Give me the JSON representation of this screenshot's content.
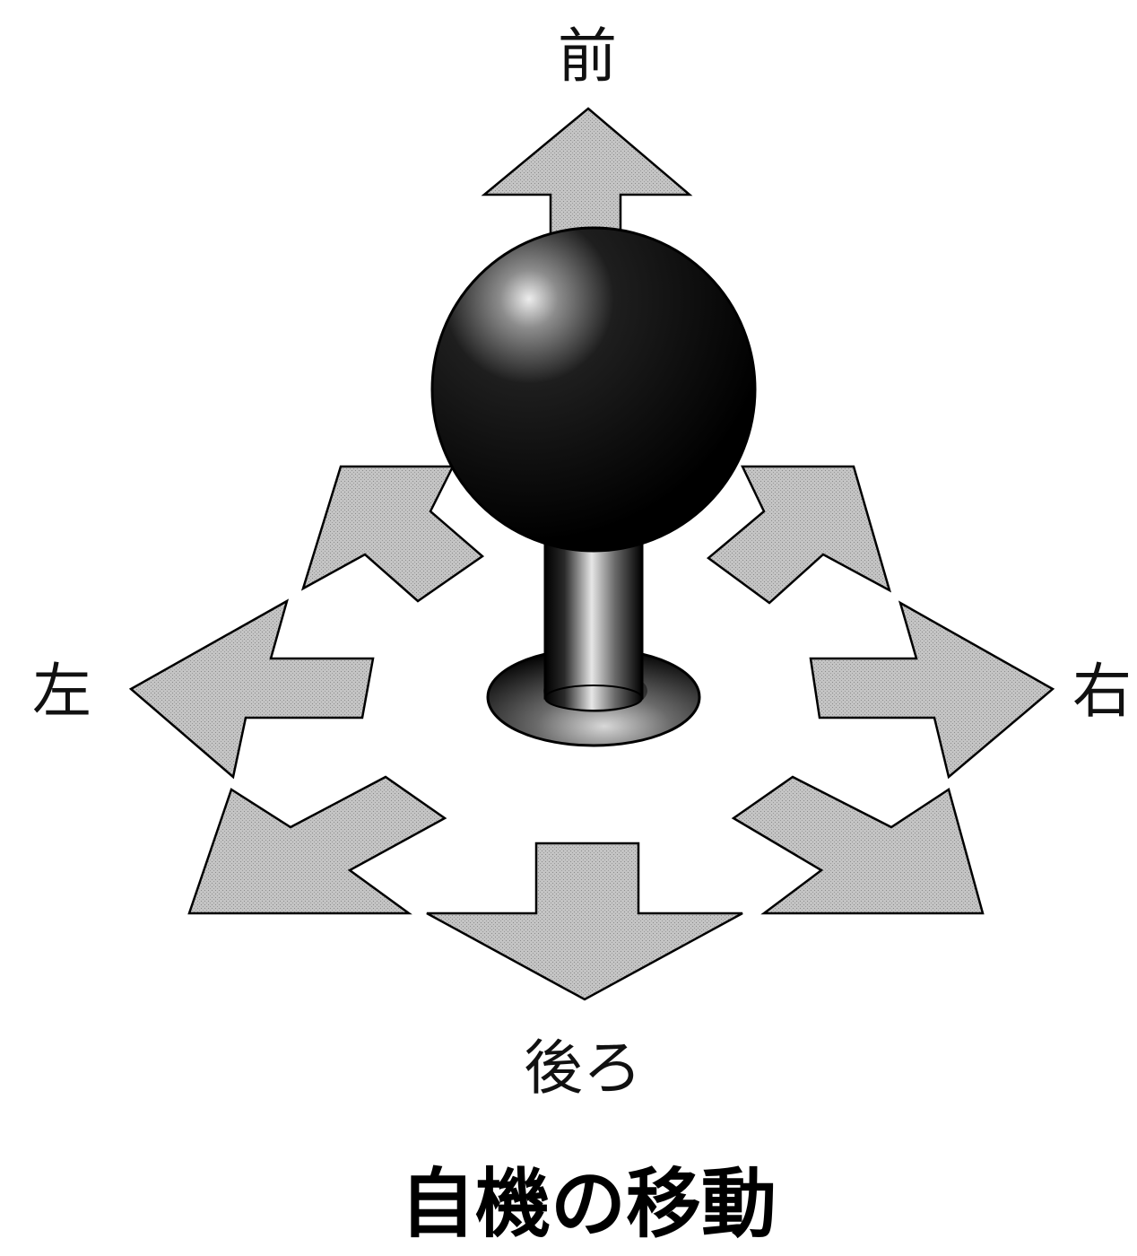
{
  "labels": {
    "front": "前",
    "back": "後ろ",
    "left": "左",
    "right": "右"
  },
  "caption": "自機の移動",
  "colors": {
    "arrow_fill": "#bdbdbd",
    "arrow_stroke": "#000000",
    "ball": "#000000",
    "background": "#ffffff"
  },
  "icons": {
    "joystick": "joystick-icon",
    "arrows": [
      "up-arrow",
      "upper-left-arrow",
      "upper-right-arrow",
      "left-arrow",
      "right-arrow",
      "lower-left-arrow",
      "lower-right-arrow",
      "down-arrow"
    ]
  }
}
